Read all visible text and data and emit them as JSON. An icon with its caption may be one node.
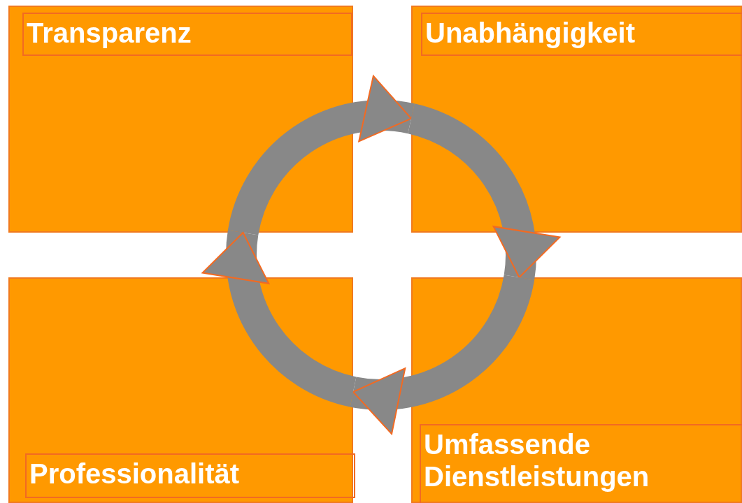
{
  "diagram": {
    "nodes": [
      {
        "text": [
          "Transparenz"
        ]
      },
      {
        "text": [
          "Unabhängigkeit"
        ]
      },
      {
        "text": [
          "Professionalität"
        ]
      },
      {
        "text": [
          "Umfassende Dienstleistungen"
        ]
      }
    ],
    "edges": [
      {
        "from": 0,
        "to": 1,
        "arrow": "to"
      },
      {
        "from": 1,
        "to": 3,
        "arrow": "to"
      },
      {
        "from": 3,
        "to": 2,
        "arrow": "to"
      },
      {
        "from": 2,
        "to": 0,
        "arrow": "to"
      }
    ]
  }
}
